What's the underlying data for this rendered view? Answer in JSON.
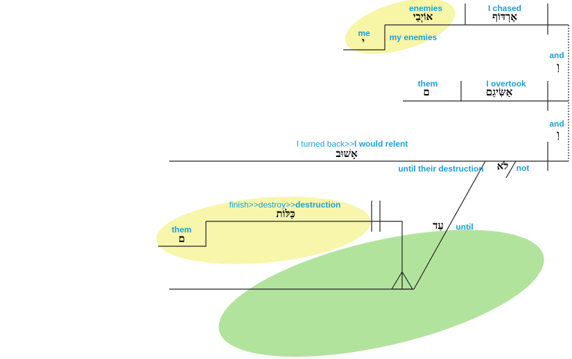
{
  "colors": {
    "gloss": "#1a9fd8",
    "yellow_highlight": "#f7f5a6",
    "green_highlight": "#b2e39c"
  },
  "clause1": {
    "verb_gloss": "I chased",
    "verb_hebrew": "אֶרְדּוֹף",
    "object_gloss": "enemies",
    "object_hebrew": "אוֹיְבַי",
    "suffix_gloss": "me",
    "suffix_hebrew": "י",
    "phrase_gloss": "my enemies"
  },
  "conj1": {
    "gloss": "and",
    "hebrew": "וְ"
  },
  "clause2": {
    "verb_gloss": "I overtook",
    "verb_hebrew": "אַשִּׂיגֵם",
    "object_gloss": "them",
    "object_hebrew": "ם"
  },
  "conj2": {
    "gloss": "and",
    "hebrew": "וְ"
  },
  "clause3": {
    "verb_gloss_literal": "I turned back>>",
    "verb_gloss": "I would relent",
    "verb_hebrew": "אָשׁוּב",
    "neg_hebrew": "לֹא",
    "neg_gloss": "not",
    "adverbial_gloss": "until their destruction"
  },
  "clause4": {
    "prep_hebrew": "עַד",
    "prep_gloss": "until",
    "noun_gloss_literal": "finish>>destroy>>",
    "noun_gloss": "destruction",
    "noun_hebrew": "כַּלּוֹת",
    "suffix_gloss": "them",
    "suffix_hebrew": "ם"
  }
}
